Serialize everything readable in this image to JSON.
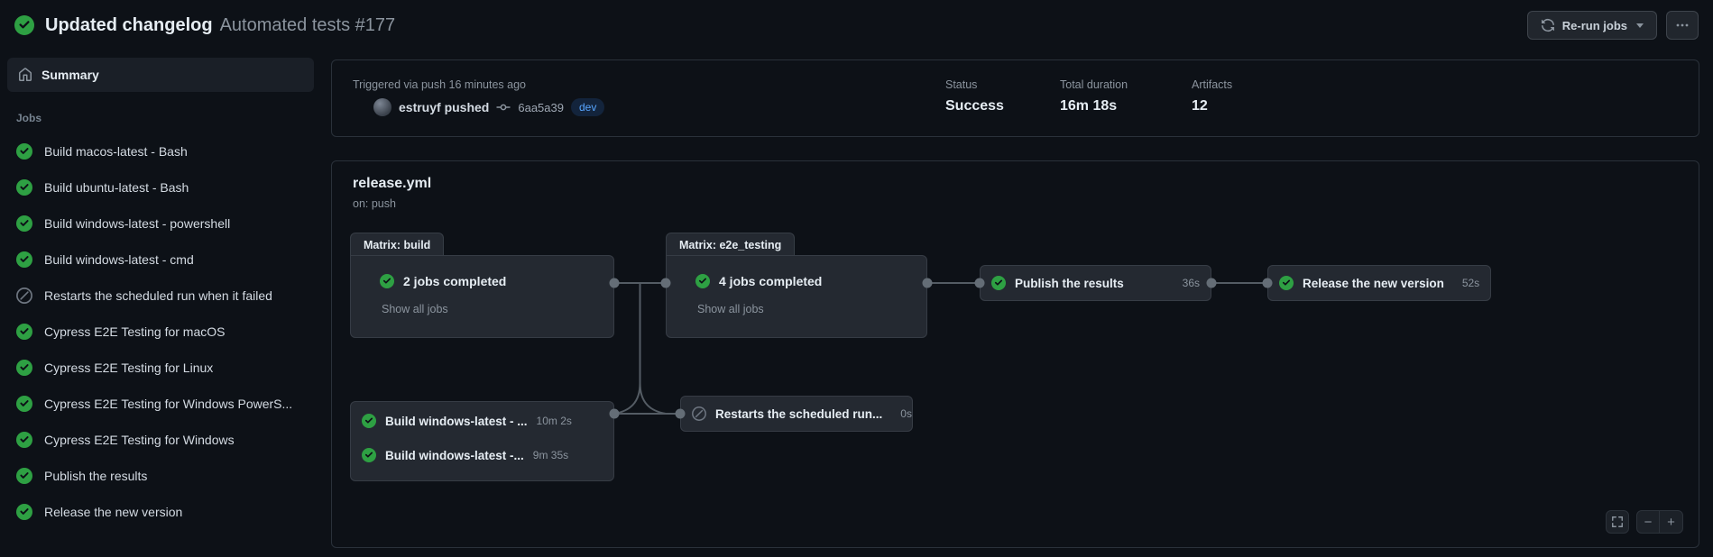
{
  "header": {
    "run_title": "Updated changelog",
    "run_subtitle": "Automated tests #177",
    "rerun_button_label": "Re-run jobs",
    "run_status": "success"
  },
  "sidebar": {
    "summary_label": "Summary",
    "jobs_heading": "Jobs",
    "jobs": [
      {
        "label": "Build macos-latest - Bash",
        "status": "success"
      },
      {
        "label": "Build ubuntu-latest - Bash",
        "status": "success"
      },
      {
        "label": "Build windows-latest - powershell",
        "status": "success"
      },
      {
        "label": "Build windows-latest - cmd",
        "status": "success"
      },
      {
        "label": "Restarts the scheduled run when it failed",
        "status": "skipped"
      },
      {
        "label": "Cypress E2E Testing for macOS",
        "status": "success"
      },
      {
        "label": "Cypress E2E Testing for Linux",
        "status": "success"
      },
      {
        "label": "Cypress E2E Testing for Windows PowerS...",
        "status": "success"
      },
      {
        "label": "Cypress E2E Testing for Windows",
        "status": "success"
      },
      {
        "label": "Publish the results",
        "status": "success"
      },
      {
        "label": "Release the new version",
        "status": "success"
      }
    ]
  },
  "run_info": {
    "triggered_text": "Triggered via push 16 minutes ago",
    "actor_text": "estruyf pushed",
    "commit_sha": "6aa5a39",
    "branch": "dev",
    "status_label": "Status",
    "status_value": "Success",
    "duration_label": "Total duration",
    "duration_value": "16m 18s",
    "artifacts_label": "Artifacts",
    "artifacts_value": "12"
  },
  "workflow": {
    "file_name": "release.yml",
    "trigger": "on: push",
    "matrix_build": {
      "tab": "Matrix: build",
      "summary": "2 jobs completed",
      "link": "Show all jobs",
      "status": "success"
    },
    "matrix_e2e": {
      "tab": "Matrix: e2e_testing",
      "summary": "4 jobs completed",
      "link": "Show all jobs",
      "status": "success"
    },
    "nodes": {
      "publish": {
        "label": "Publish the results",
        "duration": "36s",
        "status": "success"
      },
      "release": {
        "label": "Release the new version",
        "duration": "52s",
        "status": "success"
      },
      "build_win_a": {
        "label": "Build windows-latest - ...",
        "duration": "10m 2s",
        "status": "success"
      },
      "build_win_b": {
        "label": "Build windows-latest -...",
        "duration": "9m 35s",
        "status": "success"
      },
      "restarts": {
        "label": "Restarts the scheduled run...",
        "duration": "0s",
        "status": "skipped"
      }
    }
  },
  "colors": {
    "background": "#0d1117",
    "card_border": "#2a313a",
    "node_background": "#242931",
    "success_green": "#2ea043",
    "skipped_gray": "#6e7681",
    "branch_blue": "#58a6ff",
    "text_primary": "#e6edf3",
    "text_muted": "#8b949e",
    "connector": "#545c64"
  }
}
